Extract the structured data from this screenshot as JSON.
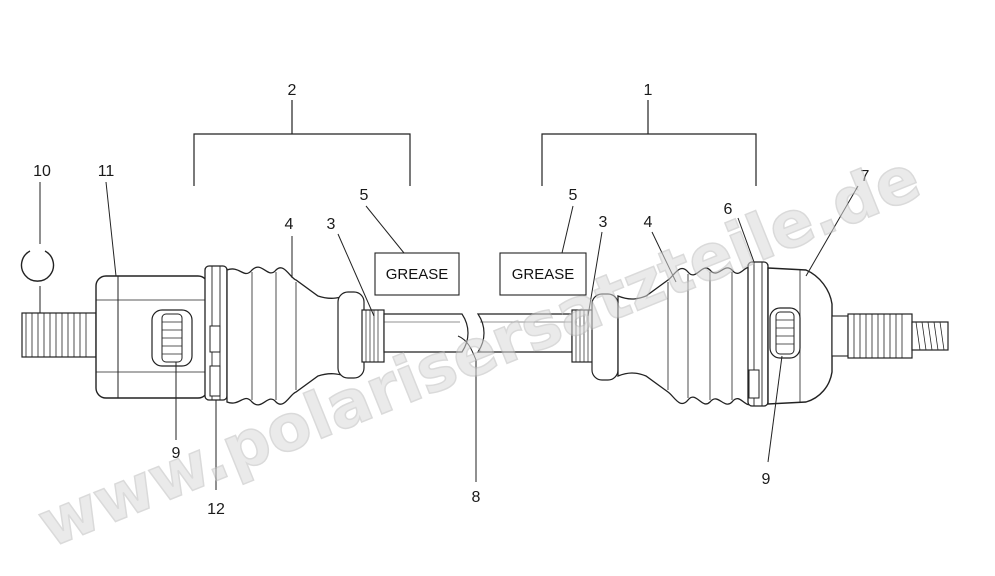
{
  "diagram": {
    "callouts": {
      "c1": "1",
      "c2": "2",
      "c3_left": "3",
      "c3_right": "3",
      "c4_left": "4",
      "c4_right": "4",
      "c5_left": "5",
      "c5_right": "5",
      "c6": "6",
      "c7": "7",
      "c8": "8",
      "c9_left": "9",
      "c9_right": "9",
      "c10": "10",
      "c11": "11",
      "c12": "12"
    },
    "grease_left": "GREASE",
    "grease_right": "GREASE"
  },
  "watermark": "www.polarisersatzteile.de"
}
